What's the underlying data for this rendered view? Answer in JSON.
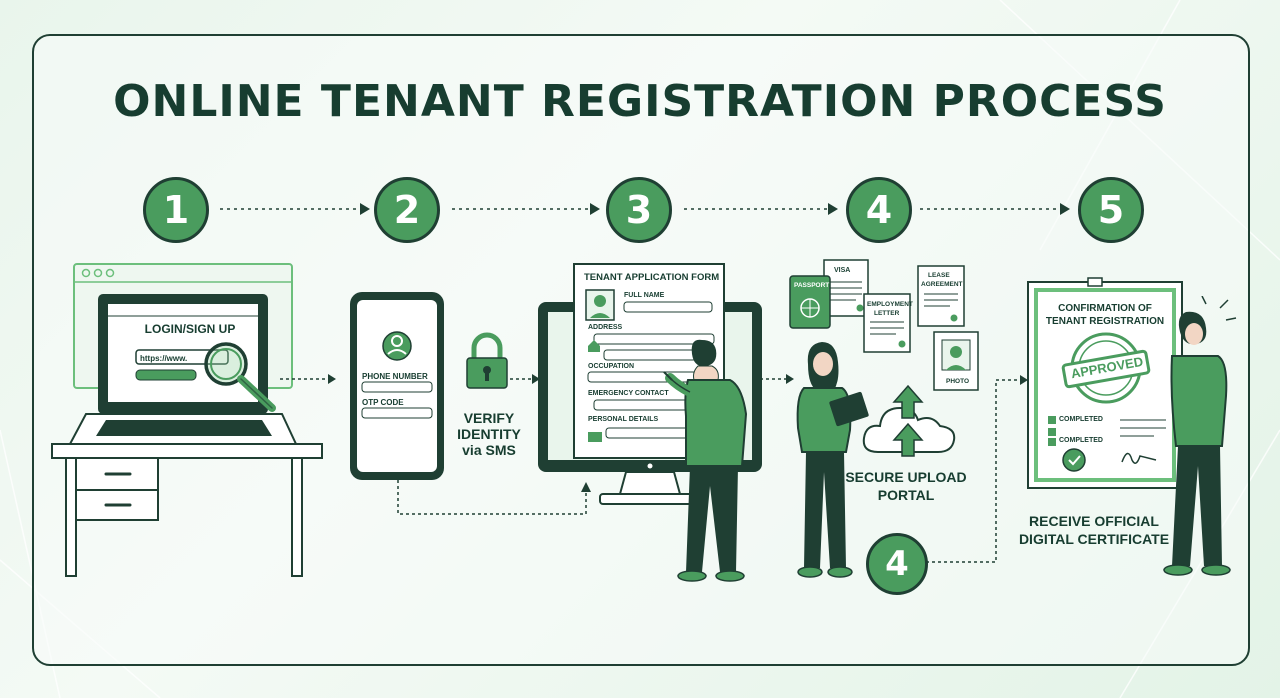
{
  "title": "ONLINE TENANT REGISTRATION PROCESS",
  "steps": [
    {
      "number": "1"
    },
    {
      "number": "2"
    },
    {
      "number": "3"
    },
    {
      "number": "4"
    },
    {
      "number": "5"
    }
  ],
  "bottom_step_number": "4",
  "step1": {
    "screen_title": "LOGIN/SIGN UP",
    "url": "https://www."
  },
  "step2": {
    "phone_label": "PHONE NUMBER",
    "otp_label": "OTP CODE",
    "caption_line1": "VERIFY",
    "caption_line2": "IDENTITY",
    "caption_line3": "via SMS"
  },
  "step3": {
    "form_title": "TENANT APPLICATION FORM",
    "full_name": "FULL NAME",
    "address": "ADDRESS",
    "occupation": "OCCUPATION",
    "emergency": "EMERGENCY CONTACT",
    "personal": "PERSONAL DETAILS"
  },
  "step4": {
    "passport": "PASSPORT",
    "visa": "VISA",
    "employment1": "EMPLOYMENT",
    "employment2": "LETTER",
    "lease1": "LEASE",
    "lease2": "AGREEMENT",
    "photo": "PHOTO",
    "caption_line1": "SECURE UPLOAD",
    "caption_line2": "PORTAL"
  },
  "step5": {
    "cert_line1": "CONFIRMATION OF",
    "cert_line2": "TENANT REGISTRATION",
    "stamp": "APPROVED",
    "completed1": "COMPLETED",
    "completed2": "COMPLETED",
    "caption_line1": "RECEIVE OFFICIAL",
    "caption_line2": "DIGITAL CERTIFICATE"
  },
  "colors": {
    "green": "#4a9c5e",
    "dark": "#173d30",
    "light": "#e9f5ec"
  }
}
